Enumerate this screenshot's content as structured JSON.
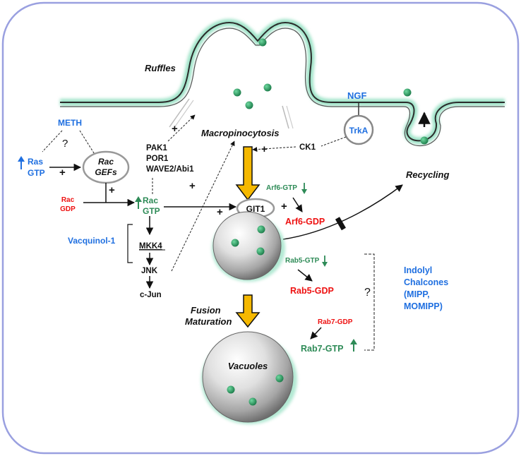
{
  "labels": {
    "ruffles": "Ruffles",
    "ngf": "NGF",
    "trka": "TrkA",
    "macropinocytosis": "Macropinocytosis",
    "meth": "METH",
    "question_meth": "?",
    "ras": "Ras",
    "gtp_ras": "GTP",
    "rac_gefs_rac": "Rac",
    "rac_gefs_gefs": "GEFs",
    "pak1": "PAK1",
    "por1": "POR1",
    "wave2": "WAVE2/Abi1",
    "ck1": "CK1",
    "rac_gdp_rac": "Rac",
    "rac_gdp_gdp": "GDP",
    "rac_gtp_rac": "Rac",
    "rac_gtp_gtp": "GTP",
    "git1": "GIT1",
    "arf6_gtp": "Arf6-GTP",
    "arf6_gdp": "Arf6-GDP",
    "recycling": "Recycling",
    "vacquinol": "Vacquinol-1",
    "mkk4": "MKK4",
    "jnk": "JNK",
    "cjun": "c-Jun",
    "rab5_gtp": "Rab5-GTP",
    "rab5_gdp": "Rab5-GDP",
    "question_right": "?",
    "indolyl_1": "Indolyl",
    "indolyl_2": "Chalcones",
    "indolyl_3": "(MIPP,",
    "indolyl_4": "MOMIPP)",
    "fusion": "Fusion",
    "maturation": "Maturation",
    "rab7_gdp": "Rab7-GDP",
    "rab7_gtp": "Rab7-GTP",
    "vacuoles": "Vacuoles",
    "plus": "+"
  },
  "colors": {
    "frame": "#9aa0e0",
    "activator_blue": "#1f6fe0",
    "gdp_red": "#ee1111",
    "gtp_green": "#2e8b57",
    "membrane_glow": "#9fe3c8",
    "particle": "#2e8b57",
    "arrow_yellow": "#f5b800"
  },
  "icons": {
    "up_arrow": "up-arrow-icon",
    "down_arrow": "down-arrow-icon",
    "inhibit_bar": "inhibition-bar-icon"
  }
}
